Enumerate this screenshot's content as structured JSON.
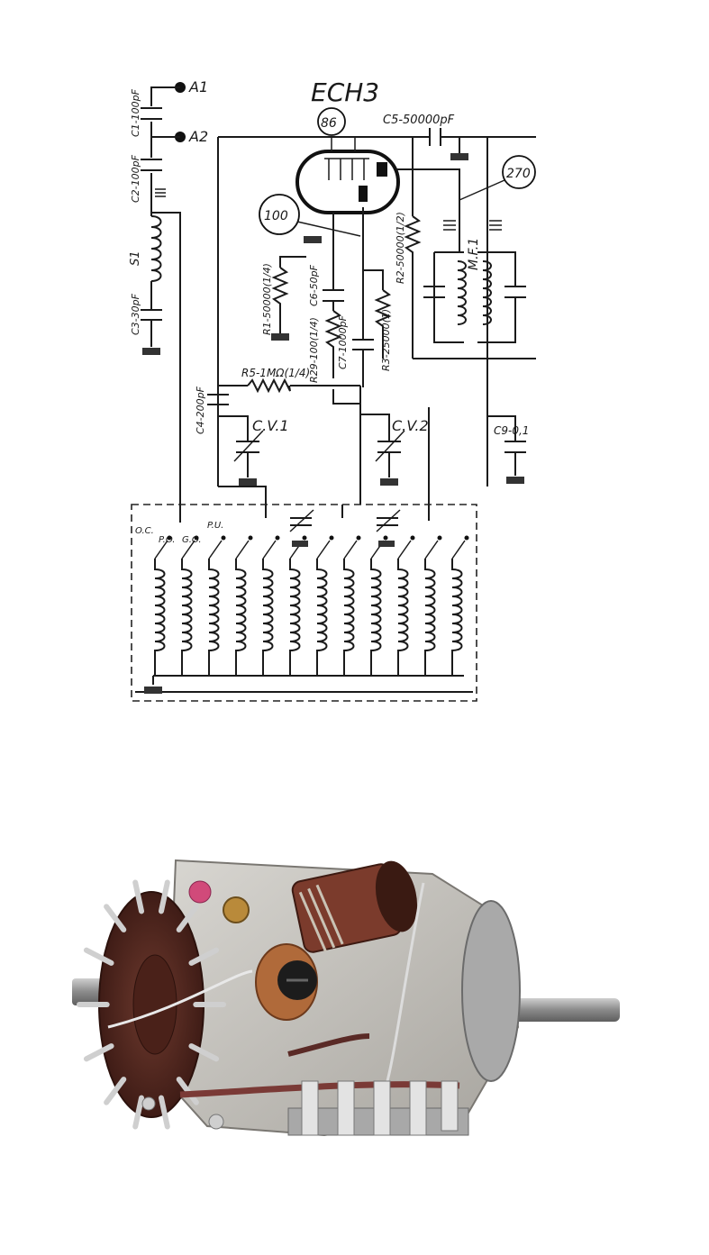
{
  "schematic": {
    "tube_label": "ECH3",
    "node_labels": {
      "n86": "86",
      "n100": "100",
      "n270": "270"
    },
    "antenna": {
      "a1": "A1",
      "a2": "A2"
    },
    "components": {
      "c1": "C1-100pF",
      "c2": "C2-100pF",
      "c3": "C3-30pF",
      "s1": "S1",
      "c4": "C4-200pF",
      "c5": "C5-50000pF",
      "c6": "C6-50pF",
      "c7": "C7-1000pF",
      "c9": "C9-0,1",
      "r1": "R1-50000(1/4)",
      "r2": "R2-50000(1/2)",
      "r3": "R3-25000(1)",
      "r29": "R29-100(1/4)",
      "r5": "R5-1MΩ(1/4)",
      "cv1": "C.V.1",
      "cv2": "C.V.2",
      "mf1": "M.F.1"
    },
    "switch_labels": {
      "oc": "O.C.",
      "po": "P.O.",
      "go": "G.O.",
      "pu": "P.U."
    }
  },
  "photo": {
    "colors": {
      "wafer": "#5b2a22",
      "chassis": "#c9c7c2",
      "coil": "#b06a3a",
      "metal": "#9a9a9a"
    }
  }
}
